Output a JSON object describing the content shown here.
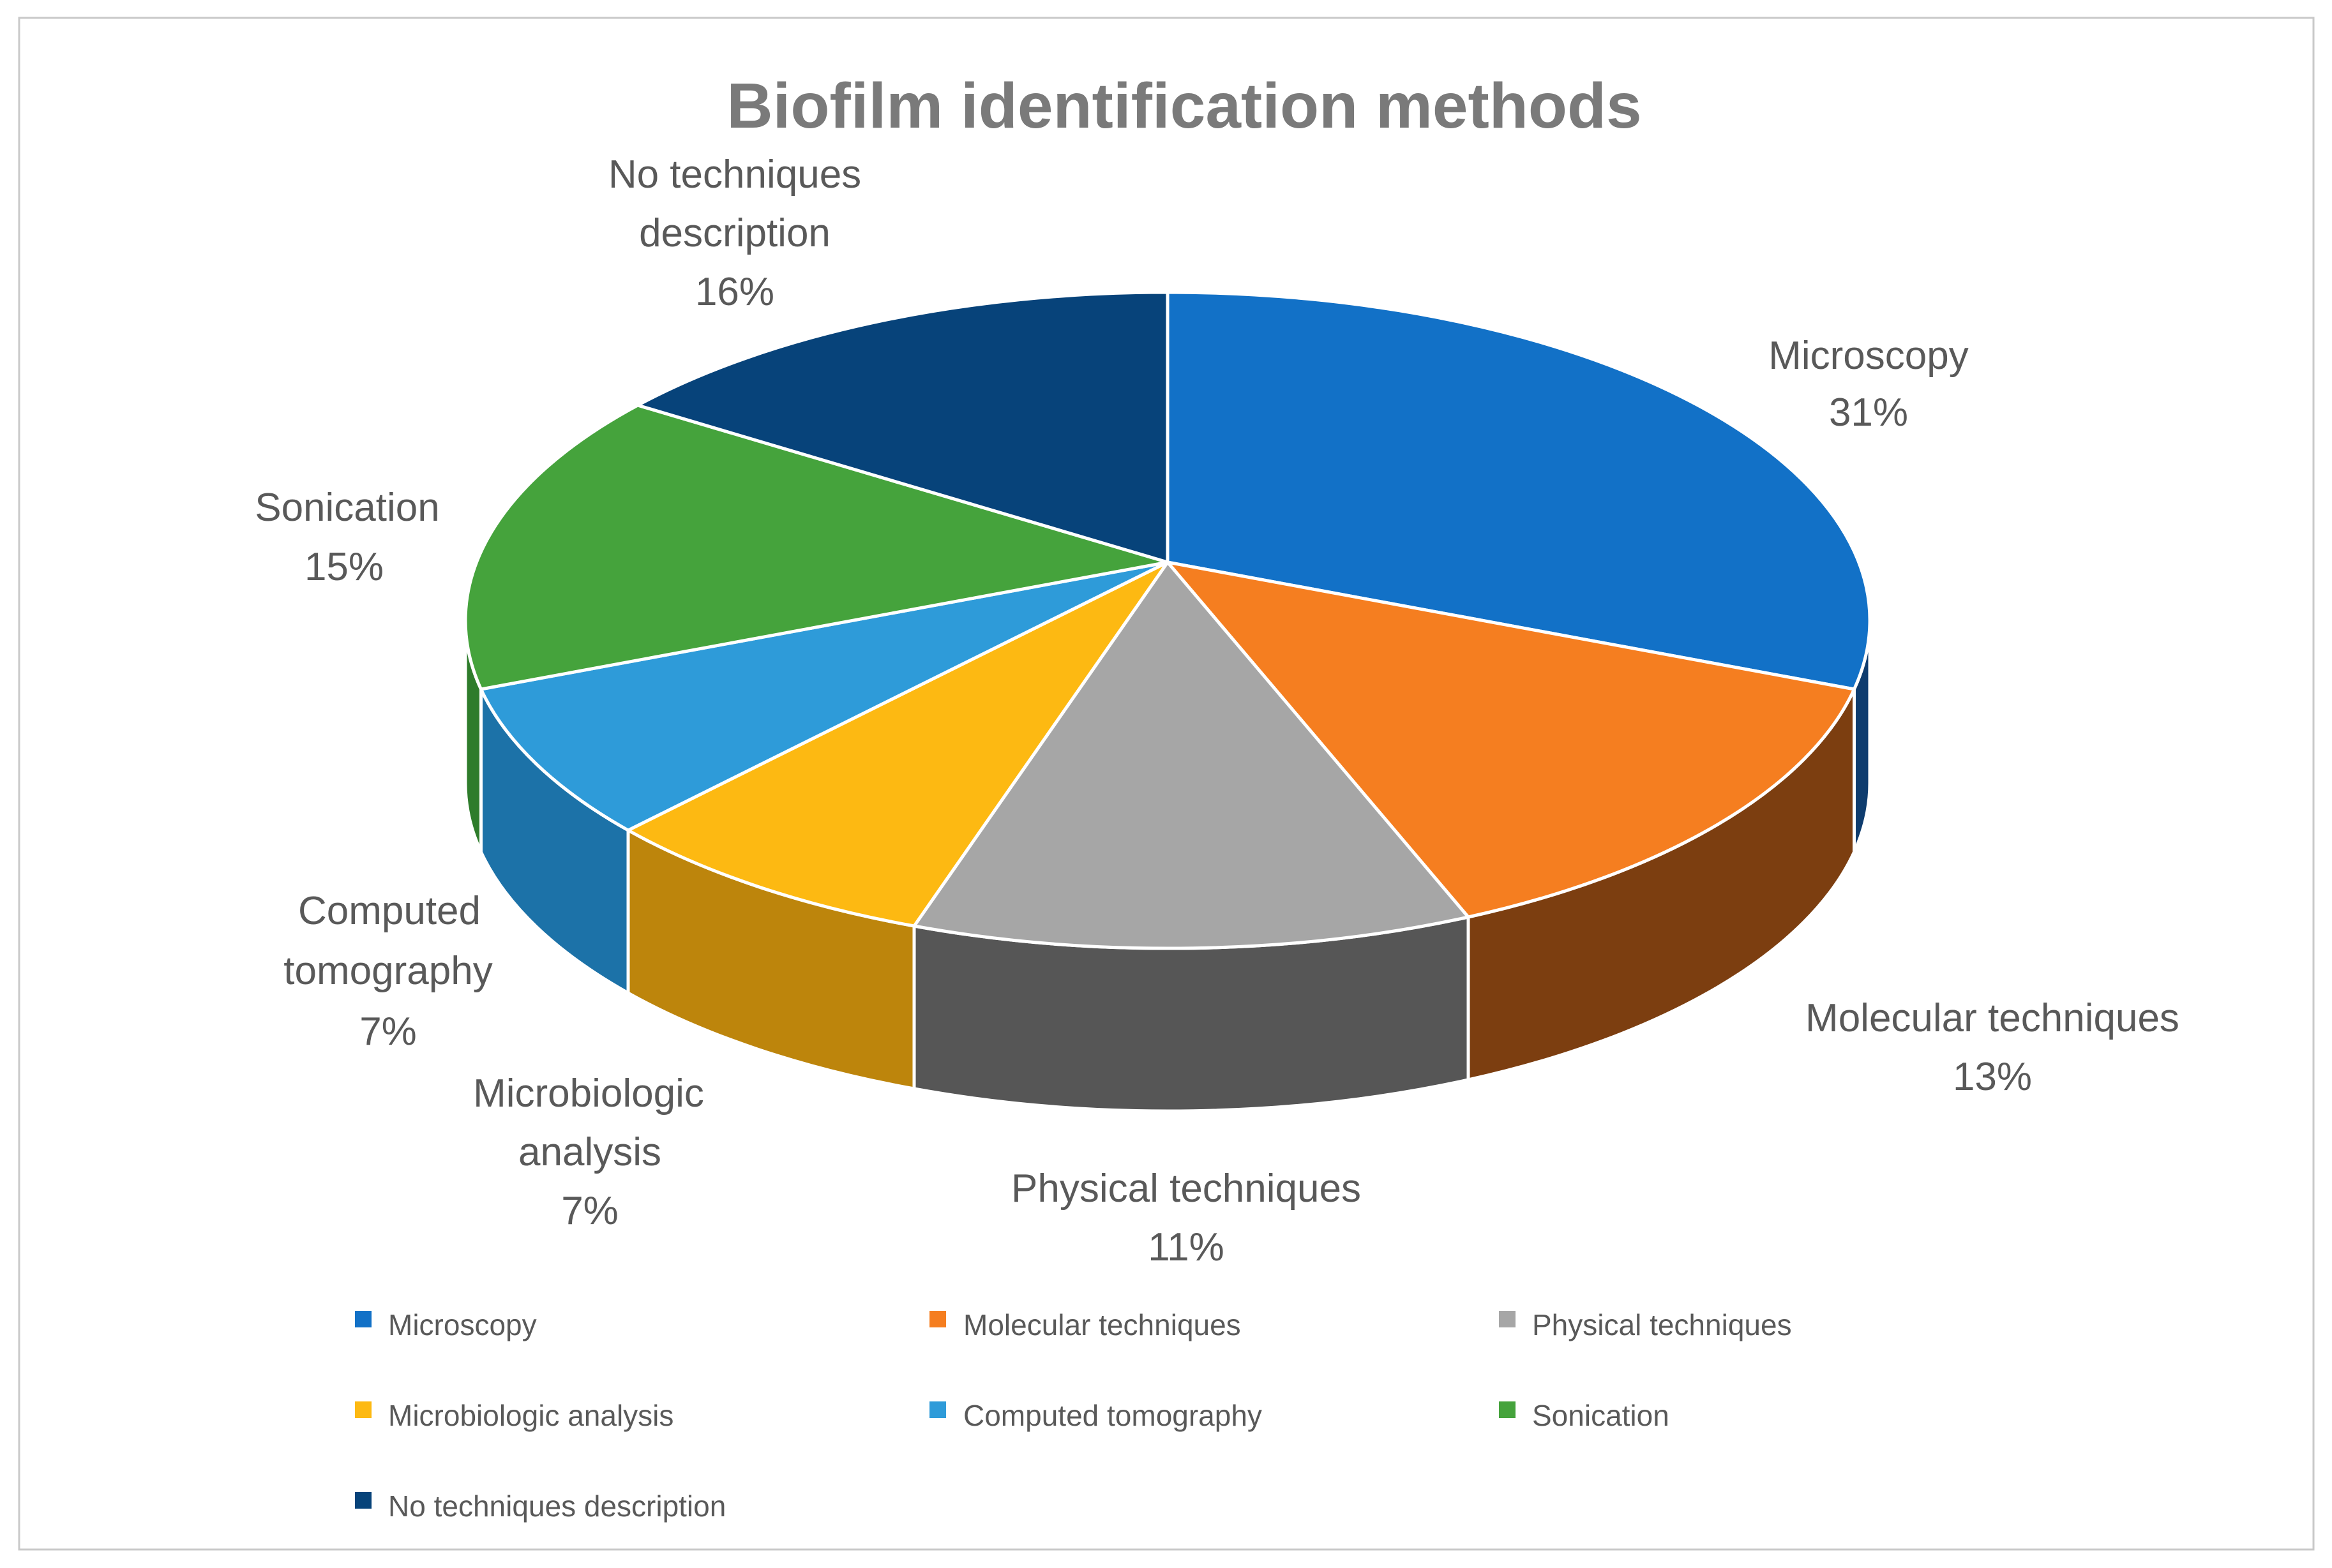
{
  "title": "Biofilm identification methods",
  "colors": {
    "title_color": "#7A7A7A",
    "label_color": "#595959",
    "border_color": "#C9C9C9",
    "background": "#FFFFFF"
  },
  "chart_data": {
    "type": "pie",
    "style": "3d-pie",
    "title": "Biofilm identification methods",
    "unit": "%",
    "start_angle_deg": 0,
    "direction": "clockwise",
    "legend_position": "bottom",
    "categories": [
      "Microscopy",
      "Molecular techniques",
      "Physical techniques",
      "Microbiologic analysis",
      "Computed tomography",
      "Sonication",
      "No techniques description"
    ],
    "values": [
      31,
      13,
      11,
      7,
      7,
      15,
      16
    ],
    "slices": [
      {
        "name": "Microscopy",
        "value": 31,
        "pct_label": "31%",
        "color": "#1271C7",
        "side_color": "#0E3C6E",
        "label_lines": [
          "Microscopy",
          "31%"
        ]
      },
      {
        "name": "Molecular techniques",
        "value": 13,
        "pct_label": "13%",
        "color": "#F57E20",
        "side_color": "#7C3E10",
        "label_lines": [
          "Molecular techniques",
          "13%"
        ]
      },
      {
        "name": "Physical techniques",
        "value": 11,
        "pct_label": "11%",
        "color": "#A6A6A6",
        "side_color": "#565656",
        "label_lines": [
          "Physical techniques",
          "11%"
        ]
      },
      {
        "name": "Microbiologic analysis",
        "value": 7,
        "pct_label": "7%",
        "color": "#FDB912",
        "side_color": "#BD850C",
        "label_lines": [
          "Microbiologic",
          "analysis",
          "7%"
        ]
      },
      {
        "name": "Computed tomography",
        "value": 7,
        "pct_label": "7%",
        "color": "#2E9BD9",
        "side_color": "#1C72A8",
        "label_lines": [
          "Computed",
          "tomography",
          "7%"
        ]
      },
      {
        "name": "Sonication",
        "value": 15,
        "pct_label": "15%",
        "color": "#45A33C",
        "side_color": "#2E7C2B",
        "label_lines": [
          "Sonication",
          "15%"
        ]
      },
      {
        "name": "No techniques description",
        "value": 16,
        "pct_label": "16%",
        "color": "#07437A",
        "side_color": "#062F55",
        "label_lines": [
          "No techniques",
          "description",
          "16%"
        ]
      }
    ]
  }
}
